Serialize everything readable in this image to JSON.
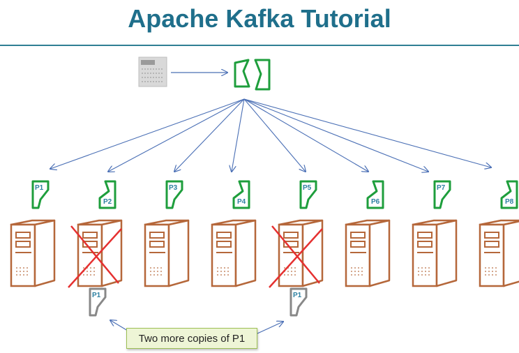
{
  "title": "Apache Kafka Tutorial",
  "callout": "Two more copies of P1",
  "partitions": [
    "P1",
    "P2",
    "P3",
    "P4",
    "P5",
    "P6",
    "P7",
    "P8"
  ],
  "failed_servers": [
    2,
    5
  ],
  "replicas": [
    "P1",
    "P1"
  ],
  "colors": {
    "title": "#1f6f8b",
    "partition": "#1e9e3c",
    "server": "#b5673a",
    "cross": "#e53030",
    "replica": "#888888",
    "arrow": "#4a6fb5"
  }
}
